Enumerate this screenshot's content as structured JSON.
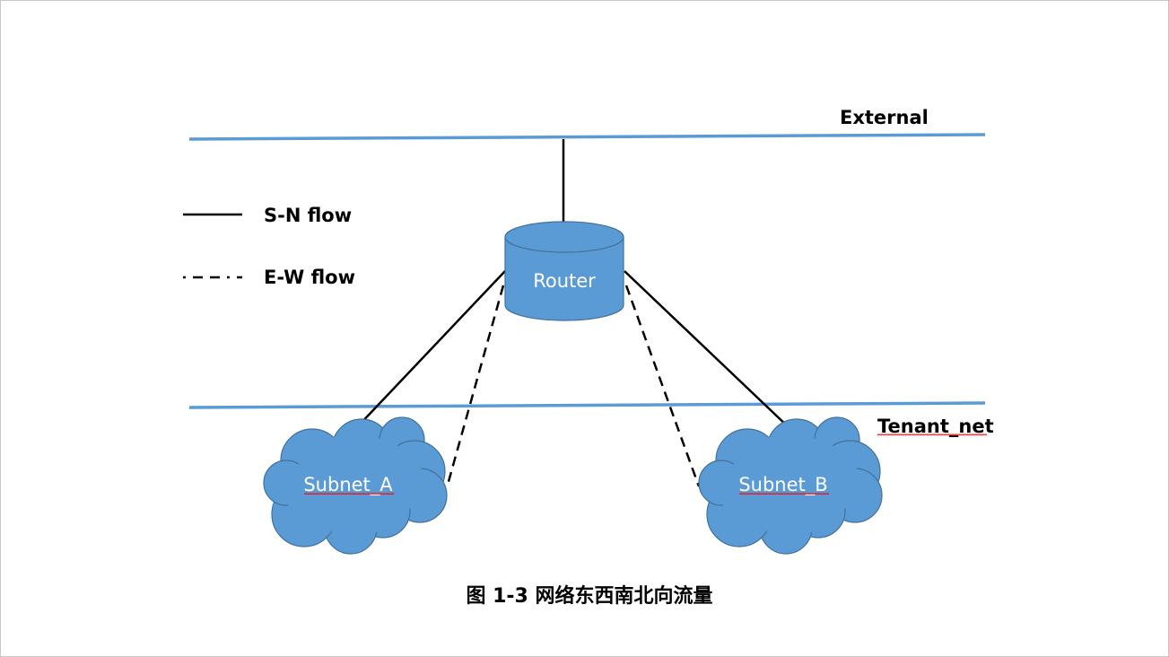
{
  "networks": {
    "external": "External",
    "tenant": "Tenant_net"
  },
  "legend": {
    "solid": "S-N flow",
    "dashed": "E-W flow"
  },
  "nodes": {
    "router": "Router",
    "subnet_a": "Subnet_A",
    "subnet_b": "Subnet_B"
  },
  "caption": "图 1-3 网络东西南北向流量",
  "colors": {
    "network_line": "#5B9BD5",
    "node_fill": "#5B9BD5",
    "node_stroke": "#41719C",
    "flow_line": "#000000",
    "spellcheck_squiggle": "#FF0000"
  }
}
